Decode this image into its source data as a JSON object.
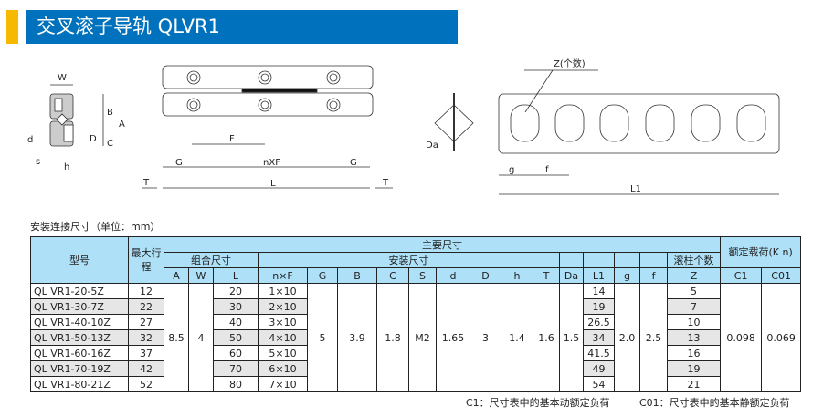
{
  "header": {
    "title": "交叉滚子导轨 QLVR1"
  },
  "drawings": {
    "section_labels": [
      "W",
      "B",
      "A",
      "d",
      "D",
      "C",
      "s",
      "h"
    ],
    "rail_labels": {
      "F": "F",
      "G": "G",
      "nxF": "nXF",
      "L": "L",
      "T": "T"
    },
    "diag_label": "Da",
    "cage_labels": {
      "z": "Z(个数)",
      "g": "g",
      "f": "f",
      "L1": "L1"
    }
  },
  "unit_label": "安装连接尺寸（单位：mm）",
  "table": {
    "h_model": "型号",
    "h_stroke": "最大行程",
    "h_main": "主要尺寸",
    "h_load": "额定载荷(K n)",
    "h_combo": "组合尺寸",
    "h_install": "安装尺寸",
    "h_rollers": "滚柱个数",
    "cols": [
      "A",
      "W",
      "L",
      "n×F",
      "G",
      "B",
      "C",
      "S",
      "d",
      "D",
      "h",
      "T",
      "Da",
      "L1",
      "g",
      "f",
      "Z",
      "C1",
      "C01"
    ],
    "rows": [
      {
        "model": "QL VR1-20-5Z",
        "stroke": "12",
        "L": "20",
        "nF": "1×10",
        "L1": "14",
        "Z": "5"
      },
      {
        "model": "QL VR1-30-7Z",
        "stroke": "22",
        "L": "30",
        "nF": "2×10",
        "L1": "19",
        "Z": "7"
      },
      {
        "model": "QL VR1-40-10Z",
        "stroke": "27",
        "L": "40",
        "nF": "3×10",
        "L1": "26.5",
        "Z": "10"
      },
      {
        "model": "QL VR1-50-13Z",
        "stroke": "32",
        "L": "50",
        "nF": "4×10",
        "L1": "34",
        "Z": "13"
      },
      {
        "model": "QL VR1-60-16Z",
        "stroke": "37",
        "L": "60",
        "nF": "5×10",
        "L1": "41.5",
        "Z": "16"
      },
      {
        "model": "QL VR1-70-19Z",
        "stroke": "42",
        "L": "70",
        "nF": "6×10",
        "L1": "49",
        "Z": "19"
      },
      {
        "model": "QL VR1-80-21Z",
        "stroke": "52",
        "L": "80",
        "nF": "7×10",
        "L1": "54",
        "Z": "21"
      }
    ],
    "shared": {
      "A": "8.5",
      "W": "4",
      "G": "5",
      "B": "3.9",
      "C": "1.8",
      "S": "M2",
      "d": "1.65",
      "D": "3",
      "h": "1.4",
      "T": "1.6",
      "Da": "1.5",
      "g": "2.0",
      "f": "2.5",
      "C1": "0.098",
      "C01": "0.069"
    }
  },
  "notes": {
    "c1": "C1：尺寸表中的基本动额定负荷",
    "c01": "C01：尺寸表中的基本静额定负荷"
  }
}
